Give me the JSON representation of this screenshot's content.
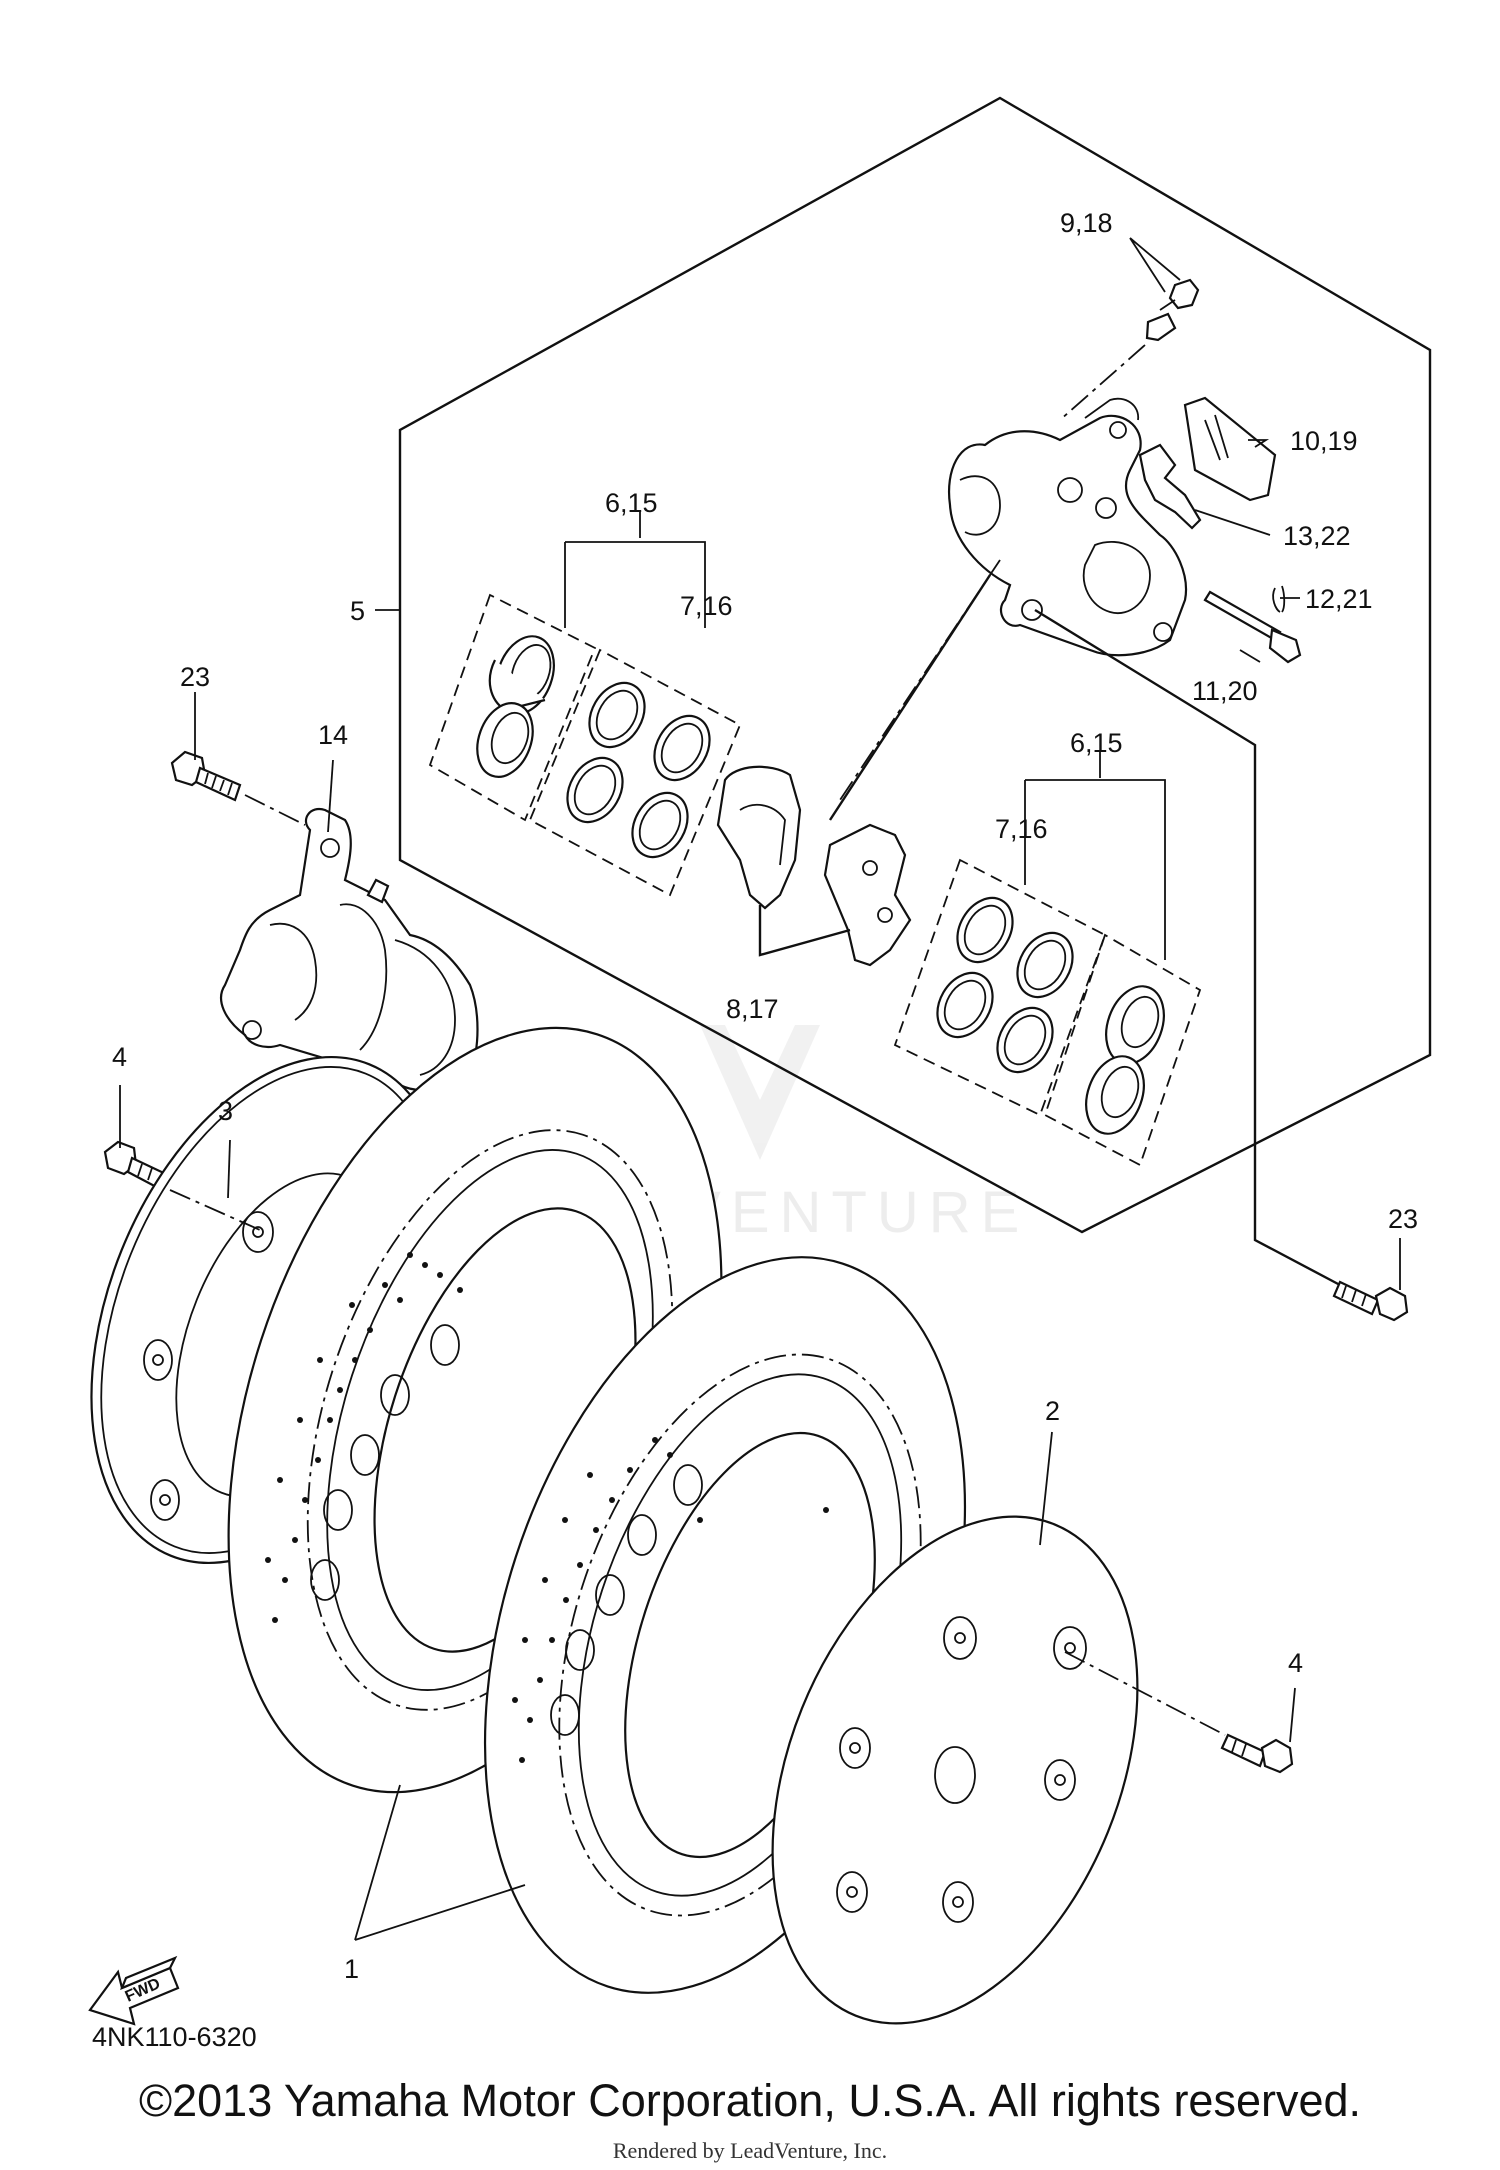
{
  "diagram": {
    "part_labels": {
      "p1": "1",
      "p2": "2",
      "p3": "3",
      "p4a": "4",
      "p4b": "4",
      "p5": "5",
      "p6_15a": "6,15",
      "p6_15b": "6,15",
      "p7_16a": "7,16",
      "p7_16b": "7,16",
      "p8_17": "8,17",
      "p9_18": "9,18",
      "p10_19": "10,19",
      "p11_20": "11,20",
      "p12_21": "12,21",
      "p13_22": "13,22",
      "p14": "14",
      "p23a": "23",
      "p23b": "23"
    },
    "fwd_label": "FWD",
    "diagram_code": "4NK110-6320",
    "watermark": "LEADVENTURE"
  },
  "footer": {
    "copyright": "©2013 Yamaha Motor Corporation, U.S.A. All rights reserved.",
    "rendered_by": "Rendered by LeadVenture, Inc."
  }
}
